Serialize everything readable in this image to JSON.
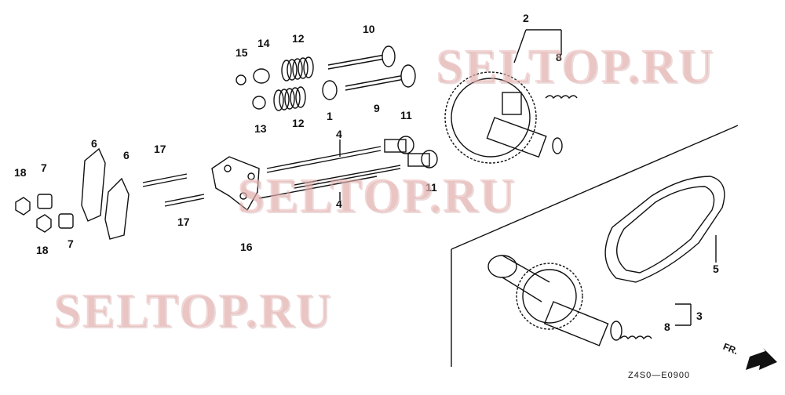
{
  "diagram": {
    "watermark_text": "SELTOP.RU",
    "drawing_code": "Z4S0—E0900",
    "direction_label": "FR.",
    "part_numbers": [
      "1",
      "2",
      "3",
      "4",
      "4",
      "5",
      "6",
      "6",
      "7",
      "7",
      "8",
      "8",
      "9",
      "10",
      "11",
      "11",
      "12",
      "12",
      "13",
      "14",
      "15",
      "16",
      "17",
      "17",
      "18",
      "18"
    ]
  }
}
